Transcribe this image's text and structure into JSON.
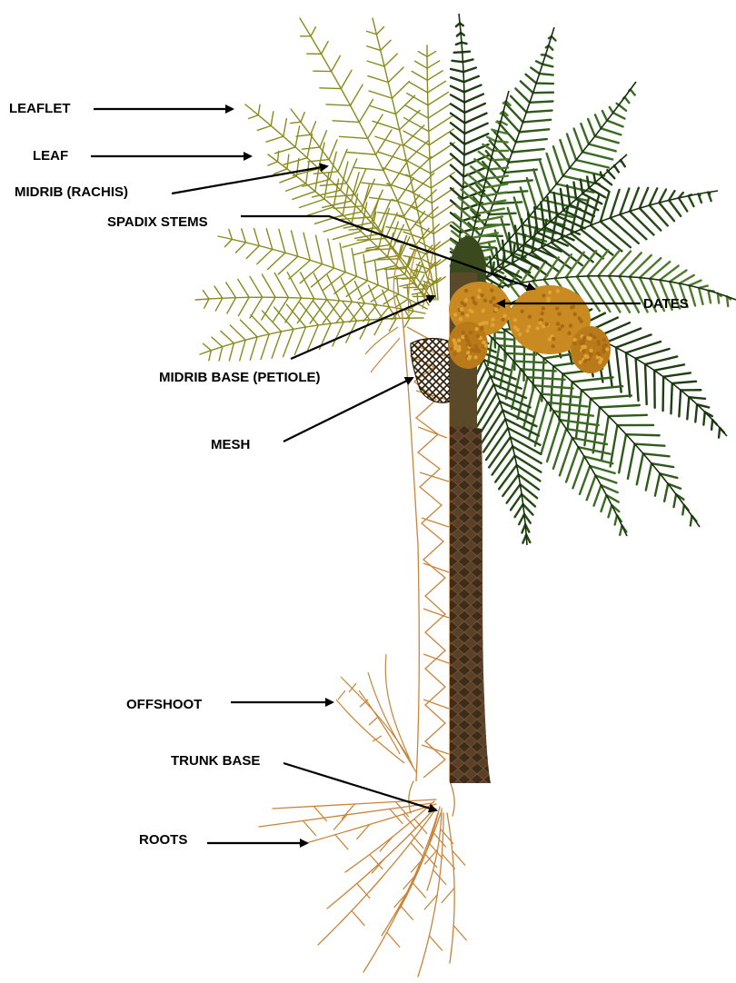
{
  "colors": {
    "outline_leaf": "#8a8a1e",
    "outline_trunk": "#c9853a",
    "photo_leaf_dark": "#1f3d12",
    "photo_leaf_mid": "#2f5a1c",
    "photo_leaf_light": "#4c7a2a",
    "dates": "#c98a22",
    "trunk_photo": "#4a3420",
    "mesh": "#3a2a10",
    "arrow": "#000000"
  },
  "labels": {
    "leaflet": "LEAFLET",
    "leaf": "LEAF",
    "midrib": "MIDRIB (RACHIS)",
    "spadix": "SPADIX STEMS",
    "dates": "DATES",
    "midrib_base": "MIDRIB BASE (PETIOLE)",
    "mesh": "MESH",
    "offshoot": "OFFSHOOT",
    "trunk_base": "TRUNK BASE",
    "roots": "ROOTS"
  }
}
